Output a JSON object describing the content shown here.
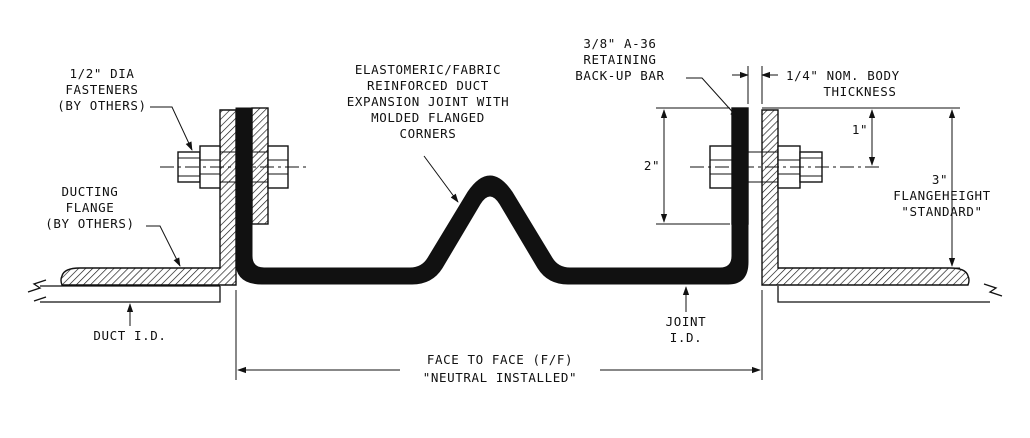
{
  "labels": {
    "fasteners": [
      "1/2\" DIA",
      "FASTENERS",
      "(BY OTHERS)"
    ],
    "ducting_flange": [
      "DUCTING",
      "FLANGE",
      "(BY OTHERS)"
    ],
    "duct_id": "DUCT I.D.",
    "joint_description": [
      "ELASTOMERIC/FABRIC",
      "REINFORCED DUCT",
      "EXPANSION JOINT WITH",
      "MOLDED FLANGED",
      "CORNERS"
    ],
    "backup_bar": [
      "3/8\" A-36",
      "RETAINING",
      "BACK-UP BAR"
    ],
    "body_thickness": [
      "1/4\" NOM. BODY",
      "THICKNESS"
    ],
    "dim_1": "1\"",
    "dim_2": "2\"",
    "flange_height": [
      "3\"",
      "FLANGEHEIGHT",
      "\"STANDARD\""
    ],
    "joint_id": [
      "JOINT",
      "I.D."
    ],
    "face_to_face": [
      "FACE TO FACE (F/F)",
      "\"NEUTRAL INSTALLED\""
    ]
  },
  "colors": {
    "line": "#111111",
    "background": "#ffffff"
  }
}
